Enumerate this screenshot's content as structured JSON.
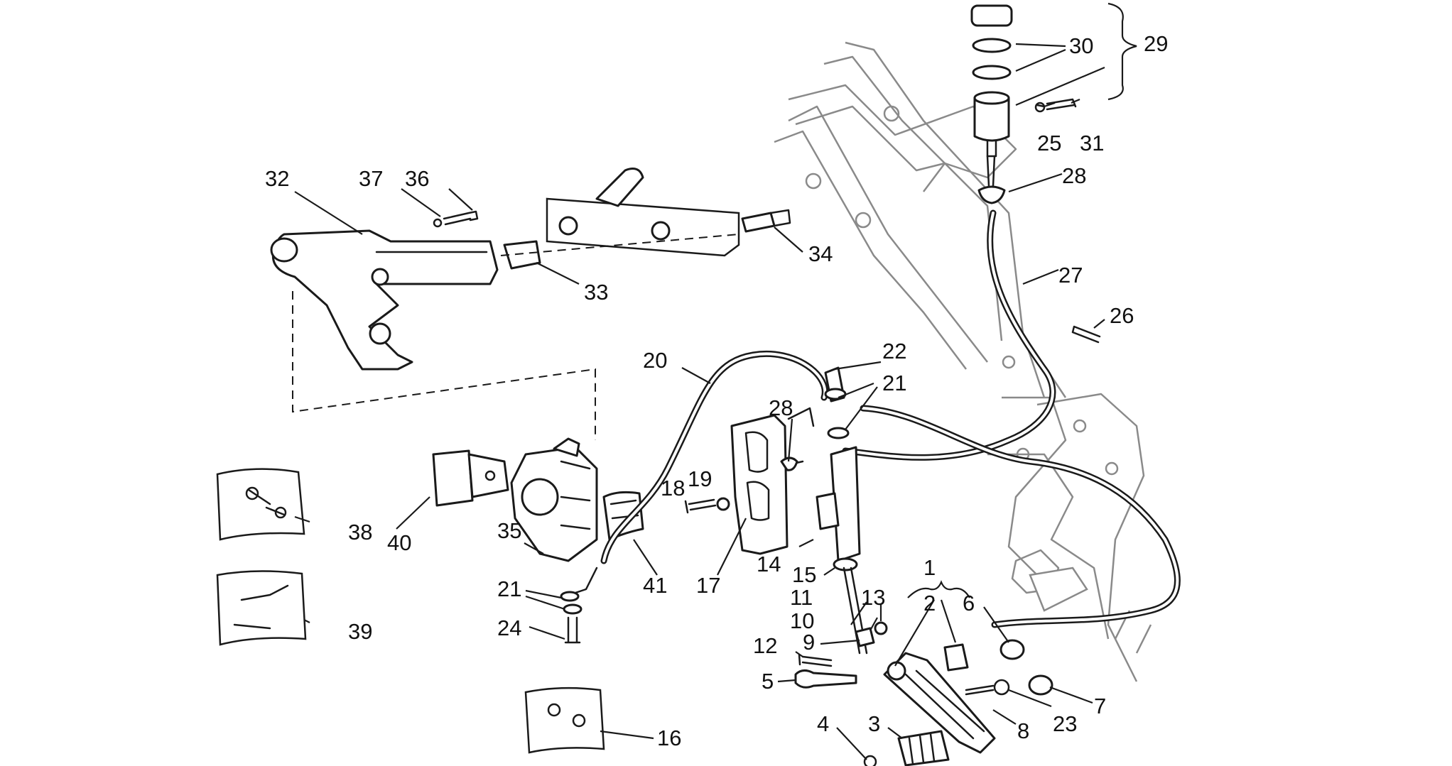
{
  "diagram": {
    "callouts": {
      "c1": "1",
      "c2": "2",
      "c3": "3",
      "c4": "4",
      "c5": "5",
      "c6": "6",
      "c7": "7",
      "c8": "8",
      "c9": "9",
      "c10": "10",
      "c11": "11",
      "c12": "12",
      "c13": "13",
      "c14": "14",
      "c15": "15",
      "c16": "16",
      "c17": "17",
      "c18": "18",
      "c19": "19",
      "c20": "20",
      "c21a": "21",
      "c21b": "21",
      "c22": "22",
      "c23": "23",
      "c24": "24",
      "c25": "25",
      "c26": "26",
      "c27": "27",
      "c28a": "28",
      "c28b": "28",
      "c29": "29",
      "c30": "30",
      "c31": "31",
      "c32": "32",
      "c33": "33",
      "c34": "34",
      "c35": "35",
      "c36": "36",
      "c37": "37",
      "c38": "38",
      "c39": "39",
      "c40": "40",
      "c41": "41"
    },
    "colors": {
      "line": "#1a1a1a",
      "frame": "#8a8a8a",
      "background": "#ffffff"
    }
  }
}
